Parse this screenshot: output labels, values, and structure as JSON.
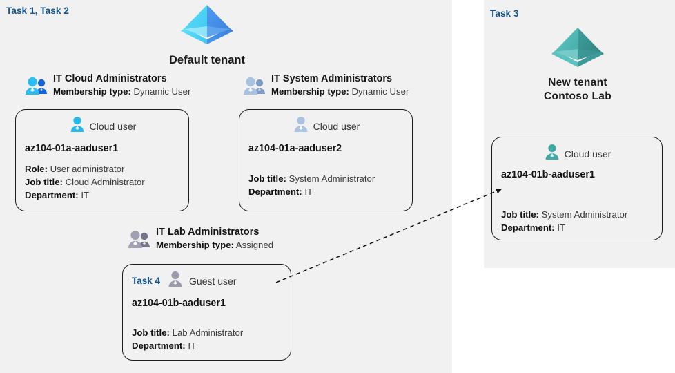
{
  "palette": {
    "panel_bg": "#f1f1f1",
    "page_bg": "#ffffff",
    "task_blue": "#15538c",
    "text_dark": "#131313",
    "text_body": "#3b3b3b",
    "card_border": "#1c1c1c",
    "tenant_cyan": "#4ad2f0",
    "tenant_blue": "#3f8ce8",
    "tenant_teal": "#3fada8",
    "user_cyan": "#29b8e8",
    "user_steel": "#9dbbdc",
    "user_gray": "#9a9aa8",
    "user_teal": "#3fa9a4"
  },
  "panels": {
    "default_tenant": {
      "name": "Default tenant panel",
      "task_label": "Task 1, Task 2"
    },
    "new_tenant": {
      "name": "New tenant panel",
      "task_label": "Task 3"
    }
  },
  "tenants": [
    {
      "id": "default-tenant",
      "icon": "azure-ad-tenant-icon",
      "name": "Default tenant"
    },
    {
      "id": "new-tenant",
      "icon": "azure-ad-tenant-icon",
      "name": "New  tenant\nContoso Lab"
    }
  ],
  "groups": [
    {
      "id": "it-cloud-administrators",
      "icon": "group-users-icon",
      "title": "IT Cloud Administrators",
      "membership_key": "Membership type:",
      "membership_value": "Dynamic User"
    },
    {
      "id": "it-system-administrators",
      "icon": "group-users-icon",
      "title": "IT System Administrators",
      "membership_key": "Membership type:",
      "membership_value": "Dynamic User"
    },
    {
      "id": "it-lab-administrators",
      "icon": "group-users-icon",
      "title": "IT Lab Administrators",
      "membership_key": "Membership type:",
      "membership_value": "Assigned"
    }
  ],
  "cards": [
    {
      "id": "az104-01a-aaduser1",
      "kind_icon": "cloud-user-icon",
      "kind_label": "Cloud user",
      "username": "az104-01a-aaduser1",
      "attrs": [
        {
          "key": "Role:",
          "value": "User administrator"
        },
        {
          "key": "Job title:",
          "value": "Cloud Administrator"
        },
        {
          "key": "Department:",
          "value": "IT"
        }
      ]
    },
    {
      "id": "az104-01a-aaduser2",
      "kind_icon": "cloud-user-icon",
      "kind_label": "Cloud user",
      "username": "az104-01a-aaduser2",
      "attrs": [
        {
          "key": "Job title:",
          "value": "System Administrator"
        },
        {
          "key": "Department:",
          "value": "IT"
        }
      ]
    },
    {
      "id": "az104-01b-aaduser1-guest",
      "task_label": "Task 4",
      "kind_icon": "guest-user-icon",
      "kind_label": "Guest user",
      "username": "az104-01b-aaduser1",
      "attrs": [
        {
          "key": "Job title:",
          "value": "Lab Administrator"
        },
        {
          "key": "Department:",
          "value": "IT"
        }
      ]
    },
    {
      "id": "az104-01b-aaduser1-cloud",
      "kind_icon": "cloud-user-icon",
      "kind_label": "Cloud user",
      "username": "az104-01b-aaduser1",
      "attrs": [
        {
          "key": "Job title:",
          "value": "System Administrator"
        },
        {
          "key": "Department:",
          "value": "IT"
        }
      ]
    }
  ],
  "connector": {
    "name": "guest-invitation-arrow",
    "style": "dashed-arrow",
    "from": "az104-01b-aaduser1-guest",
    "to": "az104-01b-aaduser1-cloud"
  }
}
